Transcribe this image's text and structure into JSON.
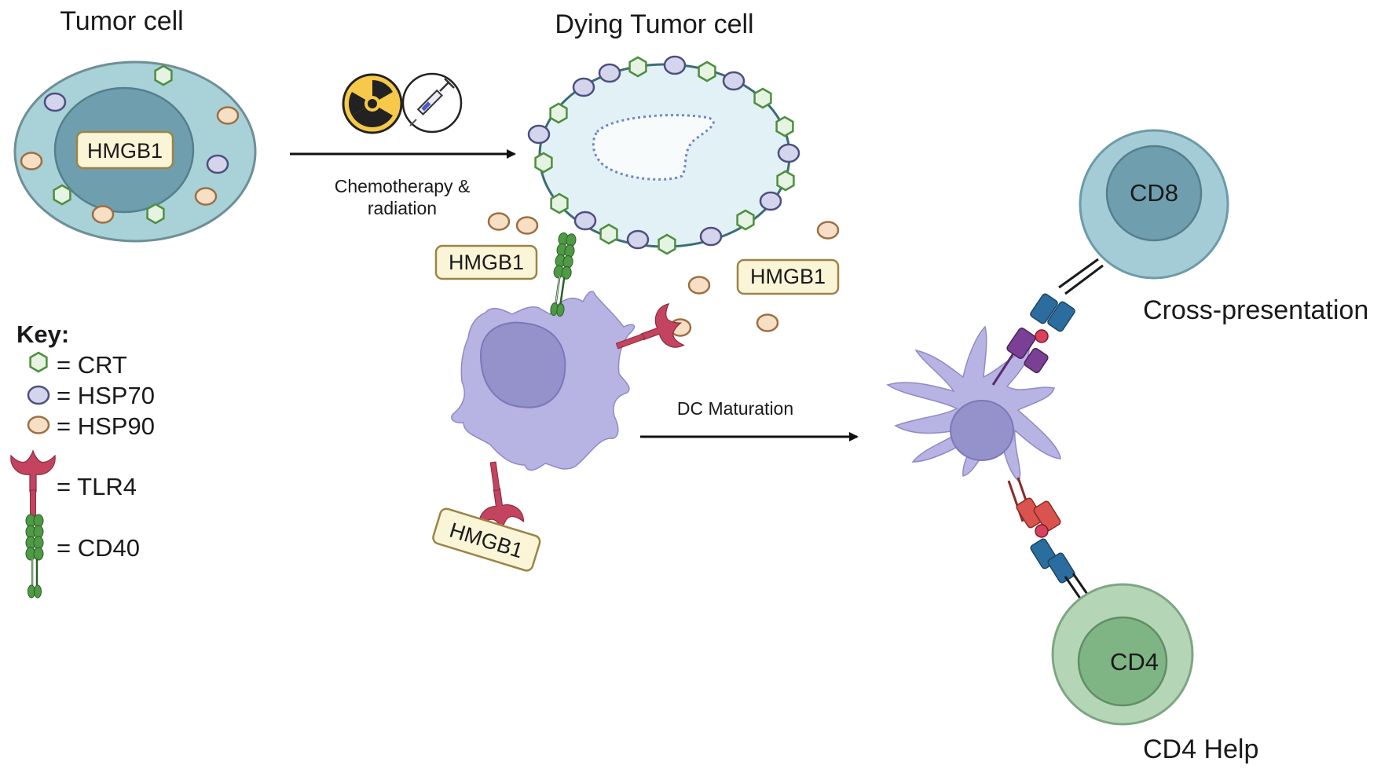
{
  "titles": {
    "tumor_cell": "Tumor cell",
    "dying_tumor_cell": "Dying Tumor cell",
    "cross_presentation": "Cross-presentation",
    "cd4_help": "CD4 Help"
  },
  "arrows": {
    "treatment_line1": "Chemotherapy &",
    "treatment_line2": "radiation",
    "dc_maturation": "DC Maturation"
  },
  "molecules": {
    "hmgb1": "HMGB1"
  },
  "t_cells": {
    "cd8": "CD8",
    "cd4": "CD4"
  },
  "key": {
    "heading": "Key:",
    "crt": "= CRT",
    "hsp70": "= HSP70",
    "hsp90": "= HSP90",
    "tlr4": "= TLR4",
    "cd40": "= CD40"
  },
  "colors": {
    "crt_fill": "#e6f3e3",
    "crt_stroke": "#4e8f3f",
    "hsp70_fill": "#d4d4ec",
    "hsp70_stroke": "#4c4f7e",
    "hsp90_fill": "#f6dfc5",
    "hsp90_stroke": "#9d6e43",
    "tlr4": "#c4445f",
    "cd40": "#4f9a45",
    "dendritic_cell": "#b7b3e3",
    "cd8_cell": "#a3ccd6",
    "cd4_cell": "#b5d6b6",
    "hmgb1_label_fill": "#fbf5d8",
    "hmgb1_label_stroke": "#9b8445"
  }
}
